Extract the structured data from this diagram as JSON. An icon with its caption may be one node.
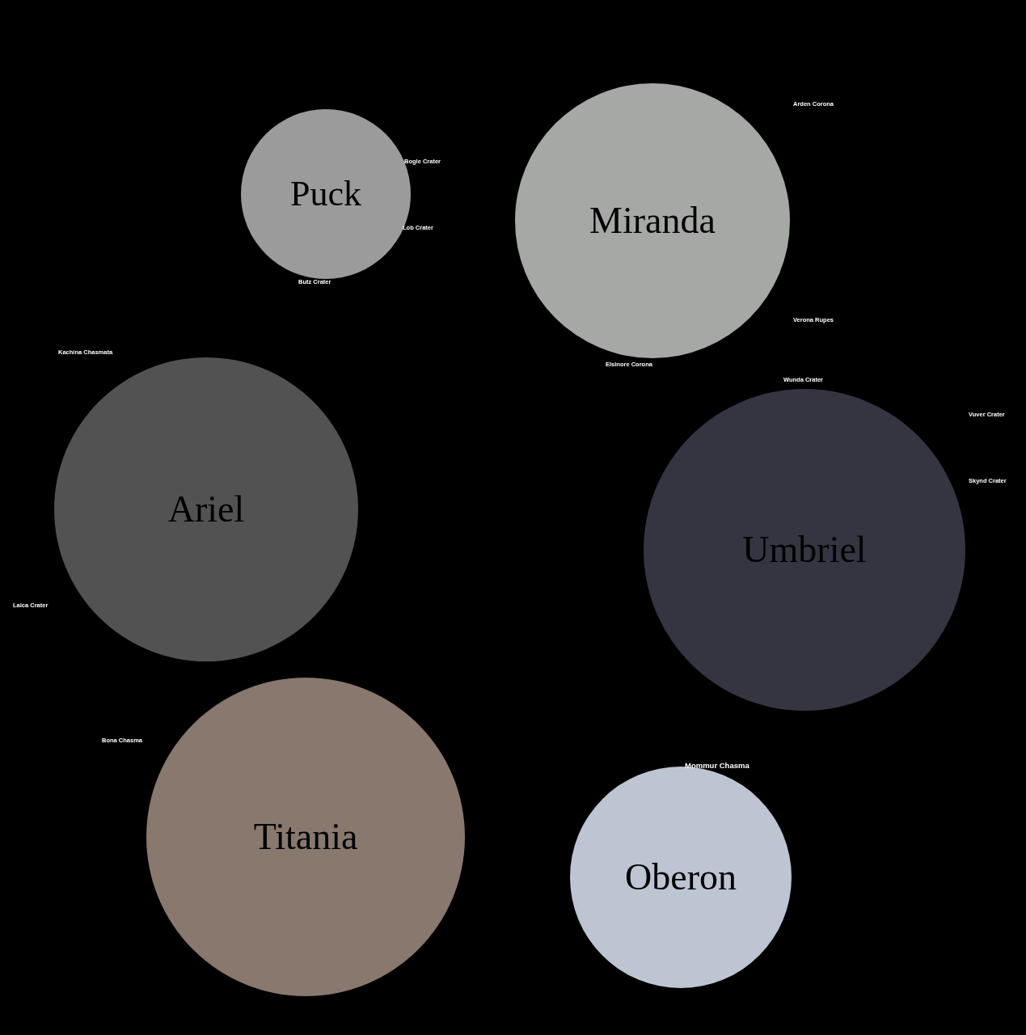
{
  "diagram": {
    "nodes": [
      {
        "text": [
          "Puck"
        ],
        "beside": [
          "Bogle Crater",
          "Lob Crater",
          "Butz Crater"
        ]
      },
      {
        "text": [
          "Miranda"
        ],
        "beside": [
          "Arden Corona",
          "Verona Rupes",
          "Elsinore Corona"
        ]
      },
      {
        "text": [
          "Ariel"
        ],
        "beside": [
          "Kachina Chasmata",
          "Laica Crater"
        ]
      },
      {
        "text": [
          "Umbriel"
        ],
        "beside": [
          "Wunda Crater",
          "Vuver Crater",
          "Skynd Crater"
        ]
      },
      {
        "text": [
          "Titania"
        ],
        "beside": [
          "Bona Chasma"
        ]
      },
      {
        "text": [
          "Oberon"
        ],
        "beside": [
          "Mommur Chasma"
        ]
      }
    ]
  }
}
